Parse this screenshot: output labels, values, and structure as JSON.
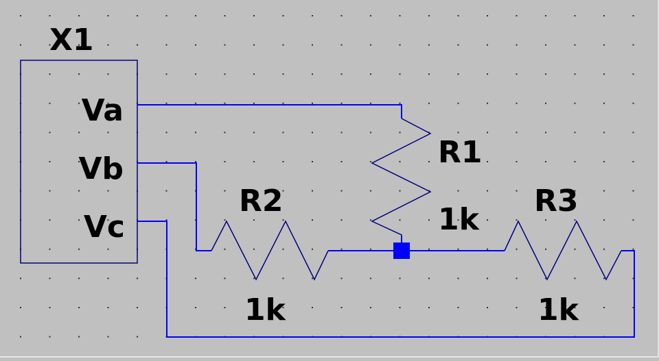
{
  "schematic": {
    "background_color": "#c0c0c0",
    "wire_color": "#0000ff",
    "symbol_color": "#000080",
    "text_color": "#000000",
    "subcircuit": {
      "name": "X1",
      "pins": [
        {
          "id": "va",
          "label": "Va"
        },
        {
          "id": "vb",
          "label": "Vb"
        },
        {
          "id": "vc",
          "label": "Vc"
        }
      ]
    },
    "components": [
      {
        "id": "r1",
        "type": "resistor",
        "orientation": "vertical",
        "name": "R1",
        "value": "1k"
      },
      {
        "id": "r2",
        "type": "resistor",
        "orientation": "horizontal",
        "name": "R2",
        "value": "1k"
      },
      {
        "id": "r3",
        "type": "resistor",
        "orientation": "horizontal",
        "name": "R3",
        "value": "1k"
      }
    ],
    "nets": [
      {
        "id": "net-va",
        "connects": [
          "X1.Va",
          "R1.top"
        ]
      },
      {
        "id": "net-vb",
        "connects": [
          "X1.Vb",
          "R2.left"
        ]
      },
      {
        "id": "net-mid",
        "connects": [
          "R2.right",
          "R1.bottom",
          "R3.left"
        ],
        "junction": true
      },
      {
        "id": "net-vc",
        "connects": [
          "X1.Vc",
          "R3.right"
        ]
      }
    ]
  }
}
